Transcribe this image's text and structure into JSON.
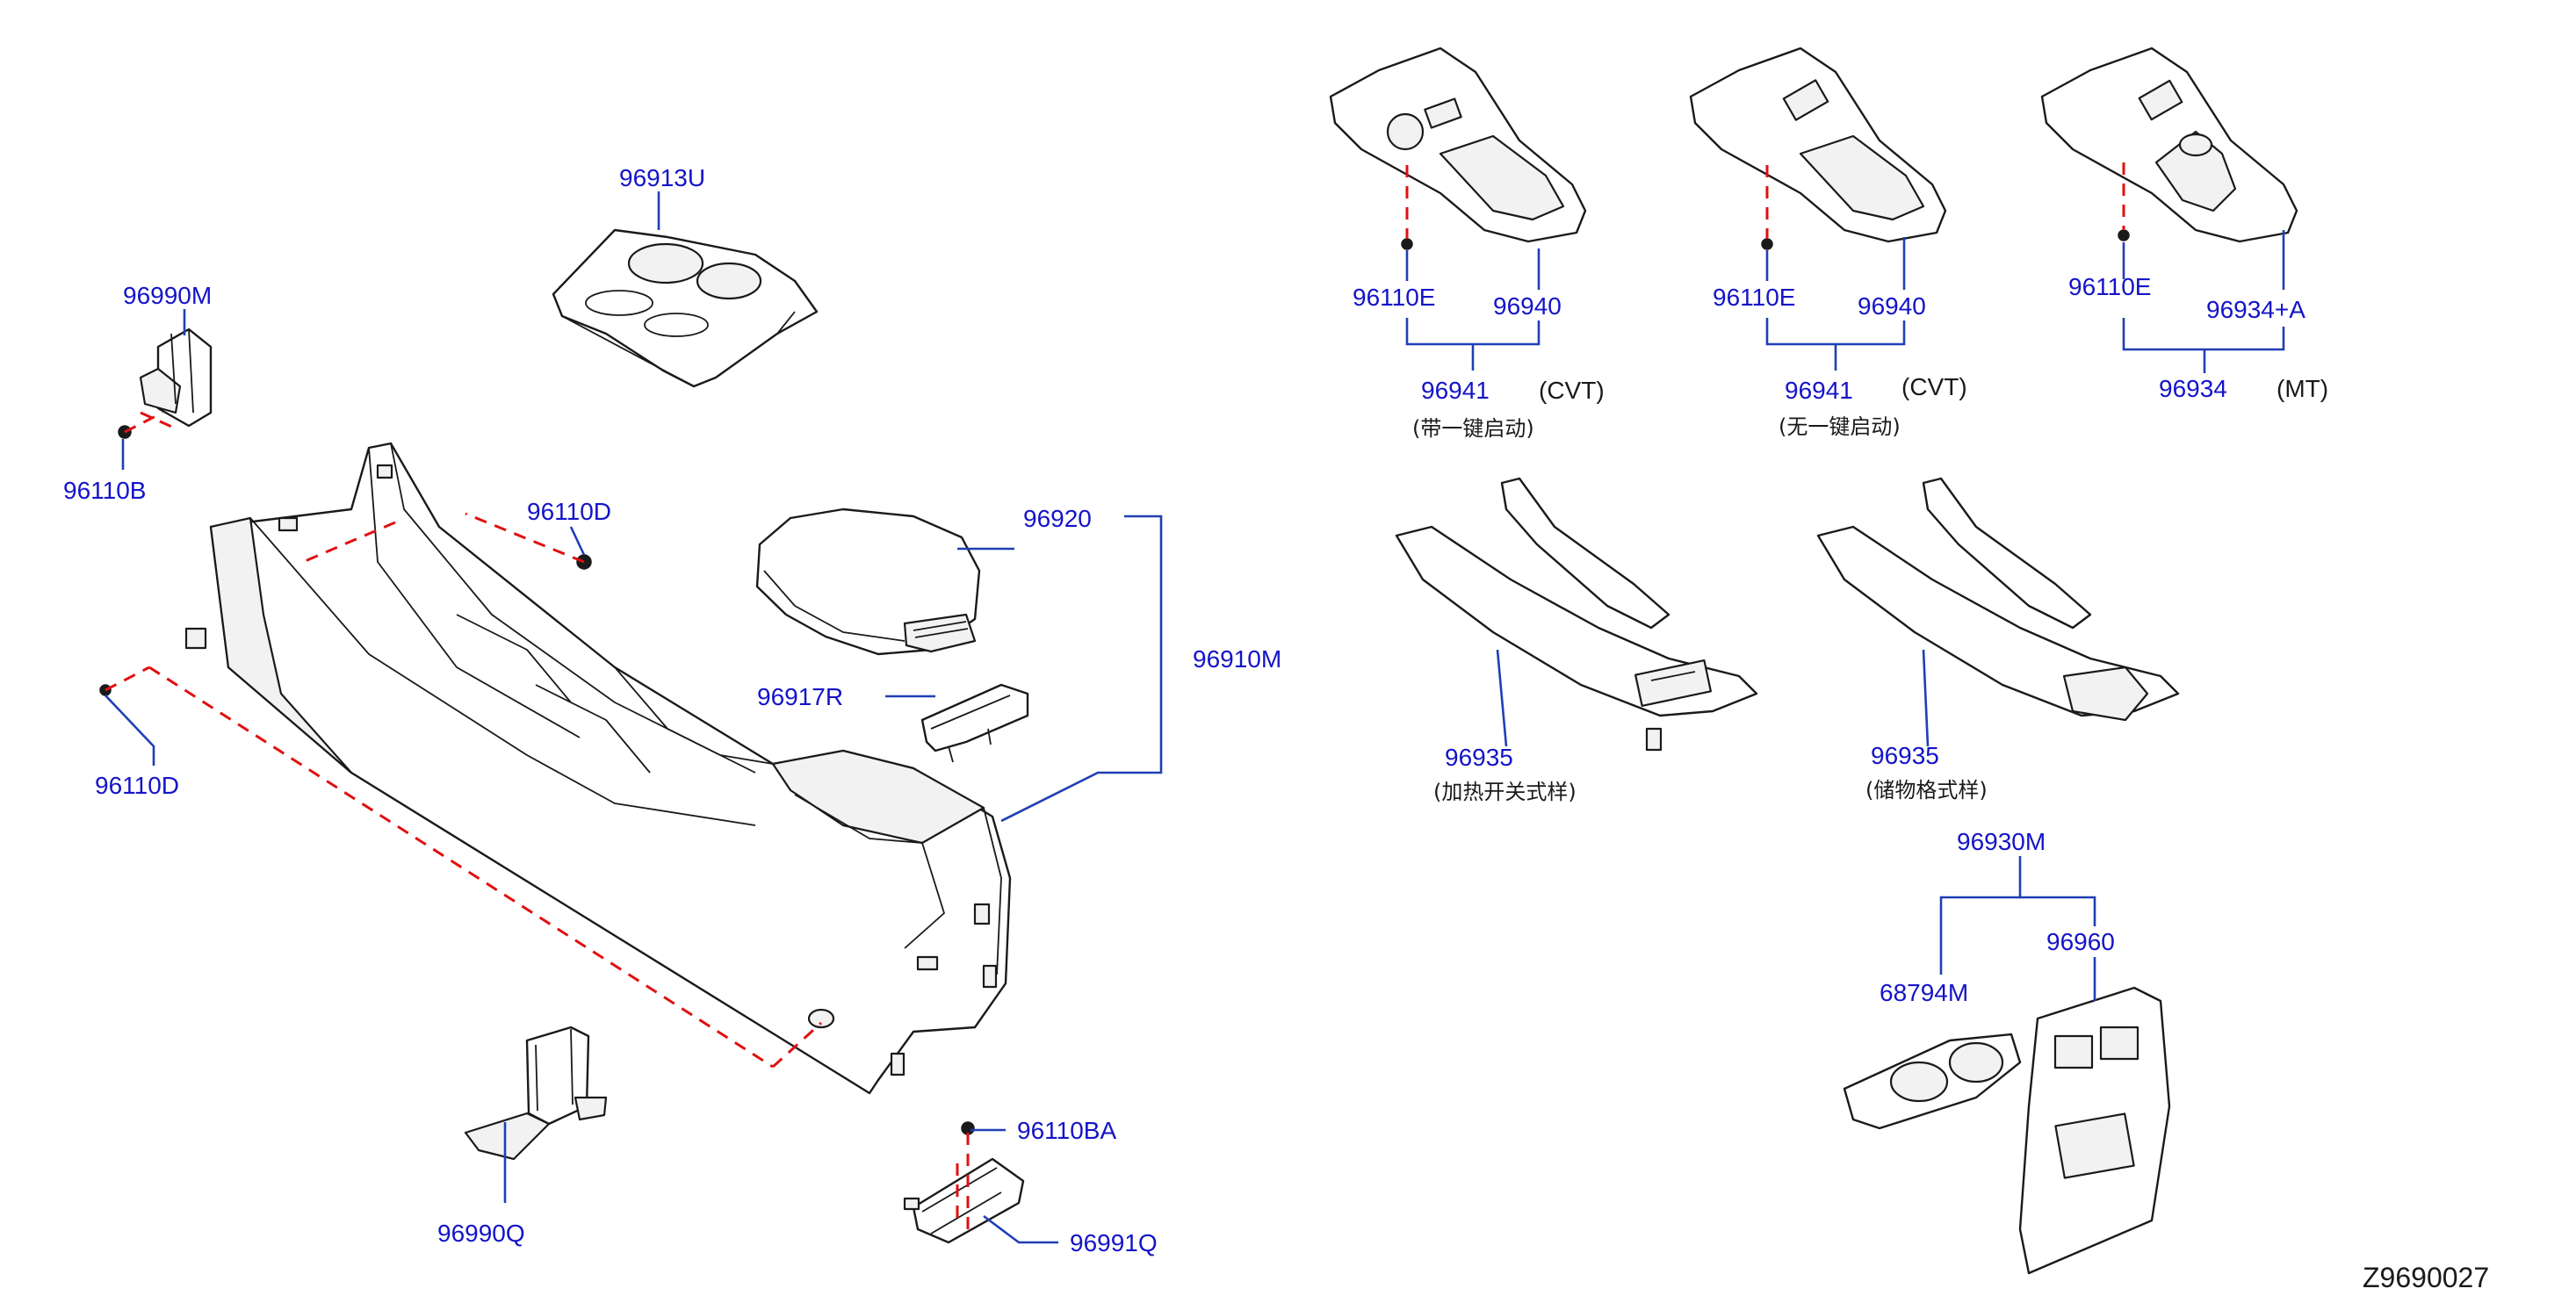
{
  "colors": {
    "callout": "#1414c8",
    "leader": "#1f3fb5",
    "dashed": "#e01010",
    "outline": "#1a1a1a"
  },
  "labels": {
    "p96913U": "96913U",
    "p96990M": "96990M",
    "p96110B": "96110B",
    "p96110D_top": "96110D",
    "p96110D_left": "96110D",
    "p96920": "96920",
    "p96917R": "96917R",
    "p96910M": "96910M",
    "p96990Q": "96990Q",
    "p96110BA": "96110BA",
    "p96991Q": "96991Q",
    "p96110E_1": "96110E",
    "p96940_1": "96940",
    "p96941_1": "96941",
    "p96110E_2": "96110E",
    "p96940_2": "96940",
    "p96941_2": "96941",
    "p96110E_3": "96110E",
    "p96934A": "96934+A",
    "p96934": "96934",
    "p96935_1": "96935",
    "p96935_2": "96935",
    "p96930M": "96930M",
    "p68794M": "68794M",
    "p96960": "96960"
  },
  "notes": {
    "cvt_1": "(CVT)",
    "cvt_2": "(CVT)",
    "mt": "(MT)",
    "with_start": "(带一键启动)",
    "without_start": "(无一键启动)",
    "heated": "(加热开关式样)",
    "storage": "(储物格式样)"
  },
  "reference": "Z9690027"
}
